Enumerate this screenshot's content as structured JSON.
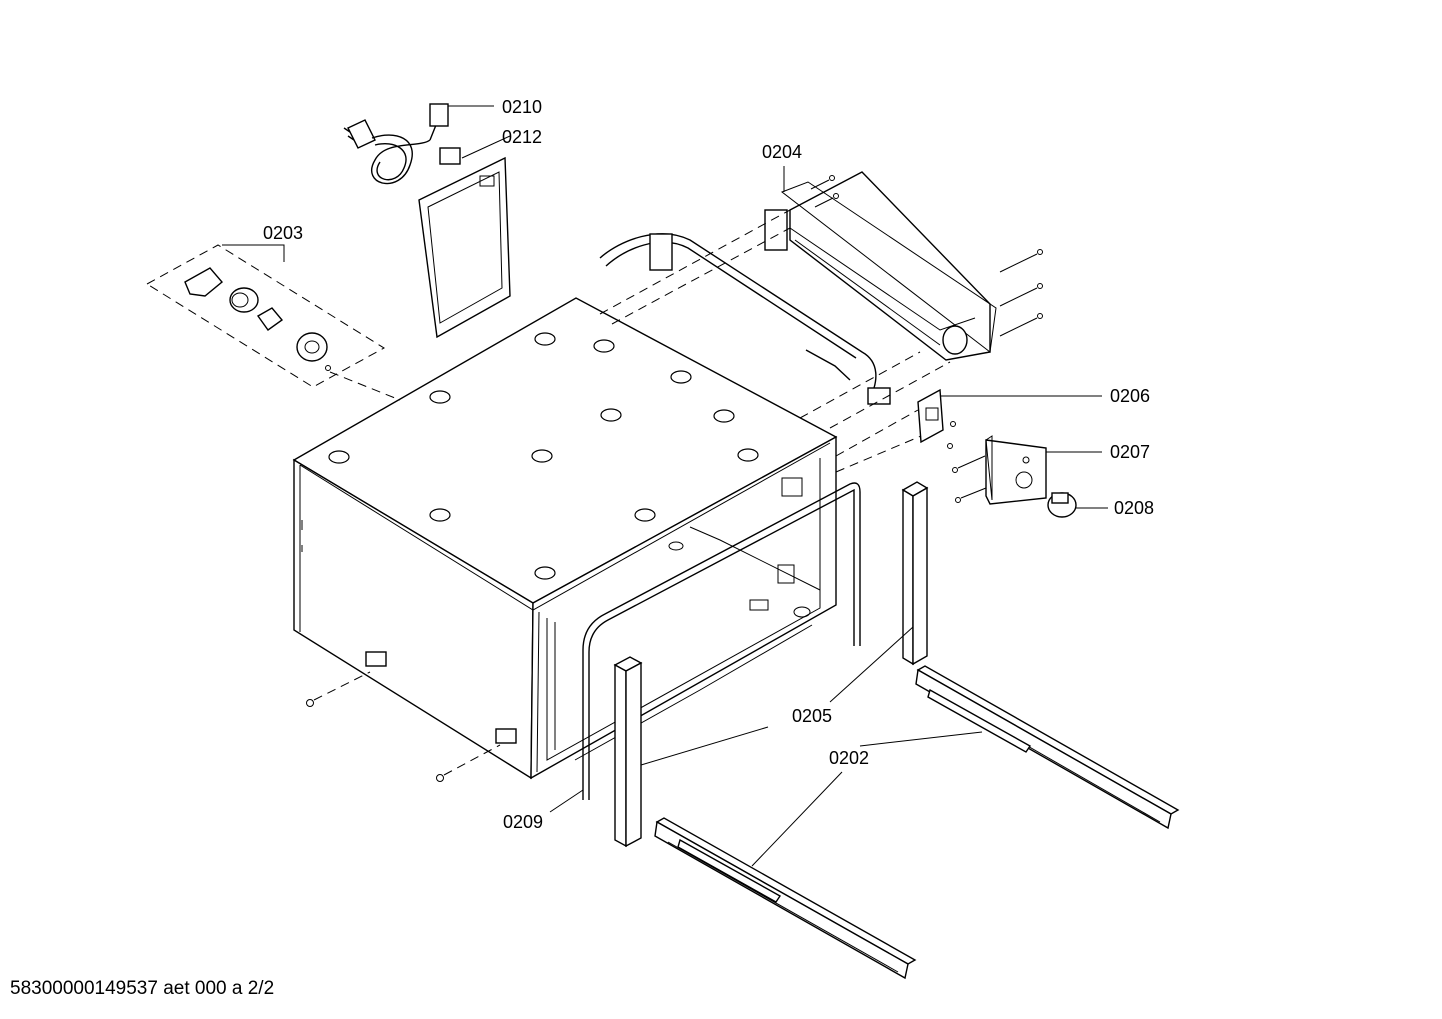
{
  "diagram": {
    "part_labels": {
      "p0210": "0210",
      "p0212": "0212",
      "p0204": "0204",
      "p0203": "0203",
      "p0206": "0206",
      "p0207": "0207",
      "p0208": "0208",
      "p0205": "0205",
      "p0202": "0202",
      "p0209": "0209"
    },
    "footer": "58300000149537 aet 000 a 2/2"
  }
}
